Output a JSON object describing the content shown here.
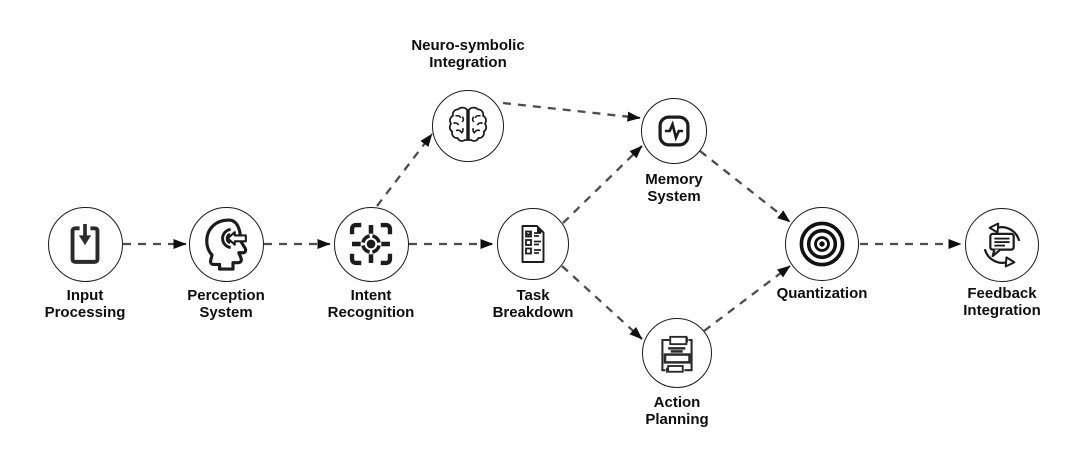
{
  "diagram": {
    "background_color": "#ffffff",
    "edge_color": "#4d4d4d",
    "arrowhead_color": "#0f0f0f",
    "node_stroke_color": "#1a1a1a",
    "icon_color": "#1c1c1c",
    "label_color": "#0e0e0e",
    "edge_style": "dashed"
  },
  "nodes": [
    {
      "id": "input-processing",
      "label": "Input\nProcessing",
      "icon": "document-import-icon"
    },
    {
      "id": "perception-system",
      "label": "Perception\nSystem",
      "icon": "head-perception-icon"
    },
    {
      "id": "intent-recognition",
      "label": "Intent\nRecognition",
      "icon": "focus-target-icon"
    },
    {
      "id": "neuro-symbolic-integration",
      "label": "Neuro-symbolic\nIntegration",
      "icon": "brain-icon"
    },
    {
      "id": "task-breakdown",
      "label": "Task\nBreakdown",
      "icon": "checklist-document-icon"
    },
    {
      "id": "memory-system",
      "label": "Memory\nSystem",
      "icon": "pulse-chip-icon"
    },
    {
      "id": "action-planning",
      "label": "Action\nPlanning",
      "icon": "process-cycle-icon"
    },
    {
      "id": "quantization",
      "label": "Quantization",
      "icon": "bullseye-icon"
    },
    {
      "id": "feedback-integration",
      "label": "Feedback\nIntegration",
      "icon": "chat-refresh-icon"
    }
  ],
  "edges": [
    {
      "from": "input-processing",
      "to": "perception-system"
    },
    {
      "from": "perception-system",
      "to": "intent-recognition"
    },
    {
      "from": "intent-recognition",
      "to": "neuro-symbolic-integration"
    },
    {
      "from": "intent-recognition",
      "to": "task-breakdown"
    },
    {
      "from": "neuro-symbolic-integration",
      "to": "memory-system"
    },
    {
      "from": "task-breakdown",
      "to": "memory-system"
    },
    {
      "from": "task-breakdown",
      "to": "action-planning"
    },
    {
      "from": "memory-system",
      "to": "quantization"
    },
    {
      "from": "action-planning",
      "to": "quantization"
    },
    {
      "from": "quantization",
      "to": "feedback-integration"
    }
  ]
}
